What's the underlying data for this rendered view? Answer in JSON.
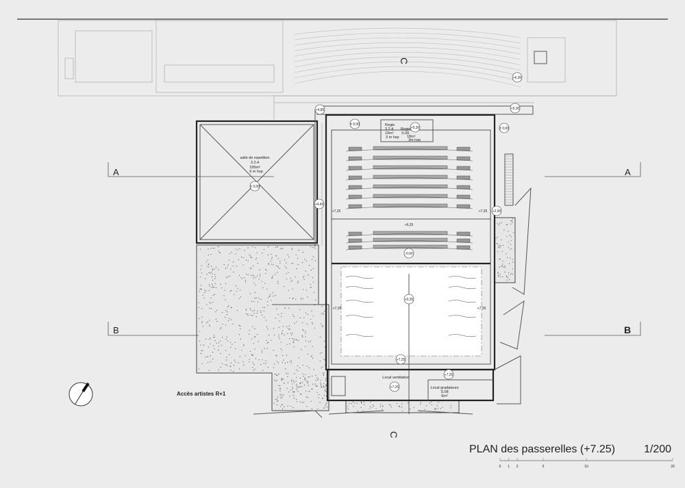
{
  "title": {
    "plan_name": "PLAN des passerelles (+7.25)",
    "scale": "1/200"
  },
  "scale_bar": {
    "ticks": [
      "0",
      "1",
      "2",
      "5",
      "10",
      "20"
    ]
  },
  "section_markers": {
    "a_left": "A",
    "a_right": "A",
    "b_left": "B",
    "b_right": "B",
    "c_top": "C",
    "c_bottom": "C"
  },
  "labels": {
    "artist_access": "Accès artistes R+1"
  },
  "rooms": {
    "rehearsal": {
      "name": "salle de repetition",
      "code": "3.2.4",
      "area": "195m²",
      "height": "6 m hsp"
    },
    "regie1": {
      "name": "Regie",
      "code": "3.2.4",
      "area": "10m²",
      "height": "3 m hsp"
    },
    "regie2": {
      "name": "Regie",
      "code": "S.06",
      "area": "18m²",
      "height": "3m hsp"
    },
    "ventilation": {
      "name": "Local ventilation"
    },
    "gradateurs": {
      "name": "Local gradateurs",
      "code": "S.08",
      "area": "6m²"
    }
  },
  "elevations": {
    "e1": "+4,85",
    "e2": "± 0,00",
    "e3": "+5,30",
    "e4": "± 0,00",
    "e5": "+6,30",
    "e6": "+5,30",
    "e7": "± 0,00",
    "e8": "+4,45",
    "e9": "+7,25",
    "e10": "+7,25",
    "e11": "+2,90",
    "e12": "+6,25",
    "e13": "-0,60",
    "e14": "+0,35",
    "e15": "+7,25",
    "e16": "+7,25",
    "e17": "+7,25",
    "e18": "+7,25",
    "e19": "+7,25"
  }
}
